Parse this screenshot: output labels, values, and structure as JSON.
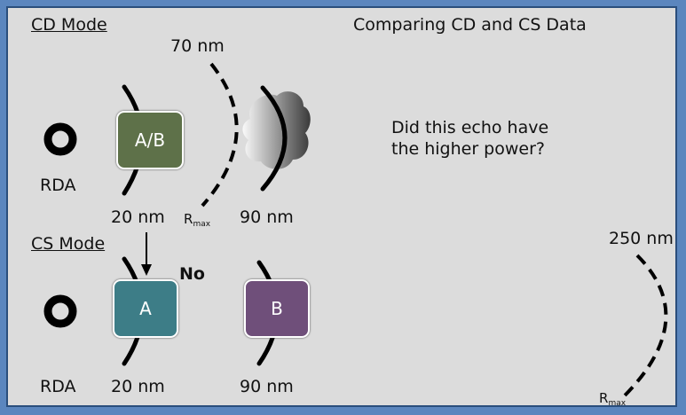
{
  "cd_mode": {
    "heading": "CD Mode",
    "rda_label": "RDA",
    "range_20": "20 nm",
    "range_70": "70 nm",
    "range_90": "90 nm",
    "rmax_main": "R",
    "rmax_sub": "max",
    "target_label": "A/B"
  },
  "title": "Comparing CD and CS Data",
  "question": {
    "line1": "Did this echo have",
    "line2": "the higher power?"
  },
  "cs_mode": {
    "heading": "CS Mode",
    "answer": "No",
    "rda_label": "RDA",
    "range_20": "20 nm",
    "range_90": "90 nm",
    "range_250": "250 nm",
    "rmax_main": "R",
    "rmax_sub": "max",
    "target_a_label": "A",
    "target_b_label": "B"
  },
  "colors": {
    "background_frame": "#5b86be",
    "panel": "#dcdcdc",
    "target_ab": "#5e7149",
    "target_a": "#3d7d87",
    "target_b": "#6f4f7a"
  }
}
